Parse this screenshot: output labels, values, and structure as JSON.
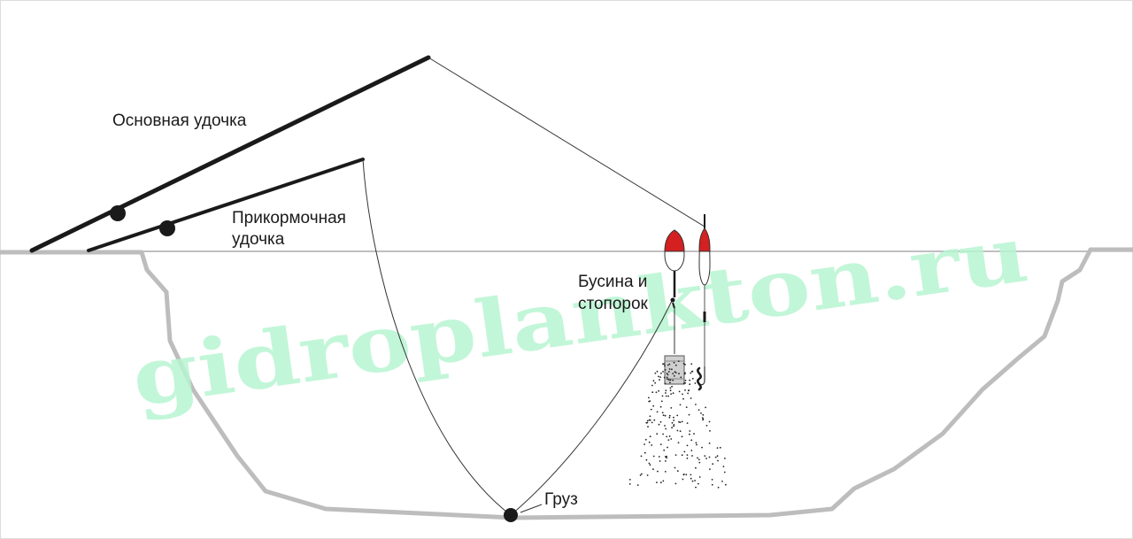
{
  "labels": {
    "main_rod": "Основная удочка",
    "feeder_rod_line1": "Прикормочная",
    "feeder_rod_line2": "удочка",
    "bead_line1": "Бусина и",
    "bead_line2": "стопорок",
    "weight": "Груз"
  },
  "watermark": "gidroplankton.ru",
  "colors": {
    "bank": "#bdbdbd",
    "rod": "#1a1a1a",
    "float_top": "#d42020",
    "watermark": "#b8f5d2",
    "water_line": "#999999"
  }
}
